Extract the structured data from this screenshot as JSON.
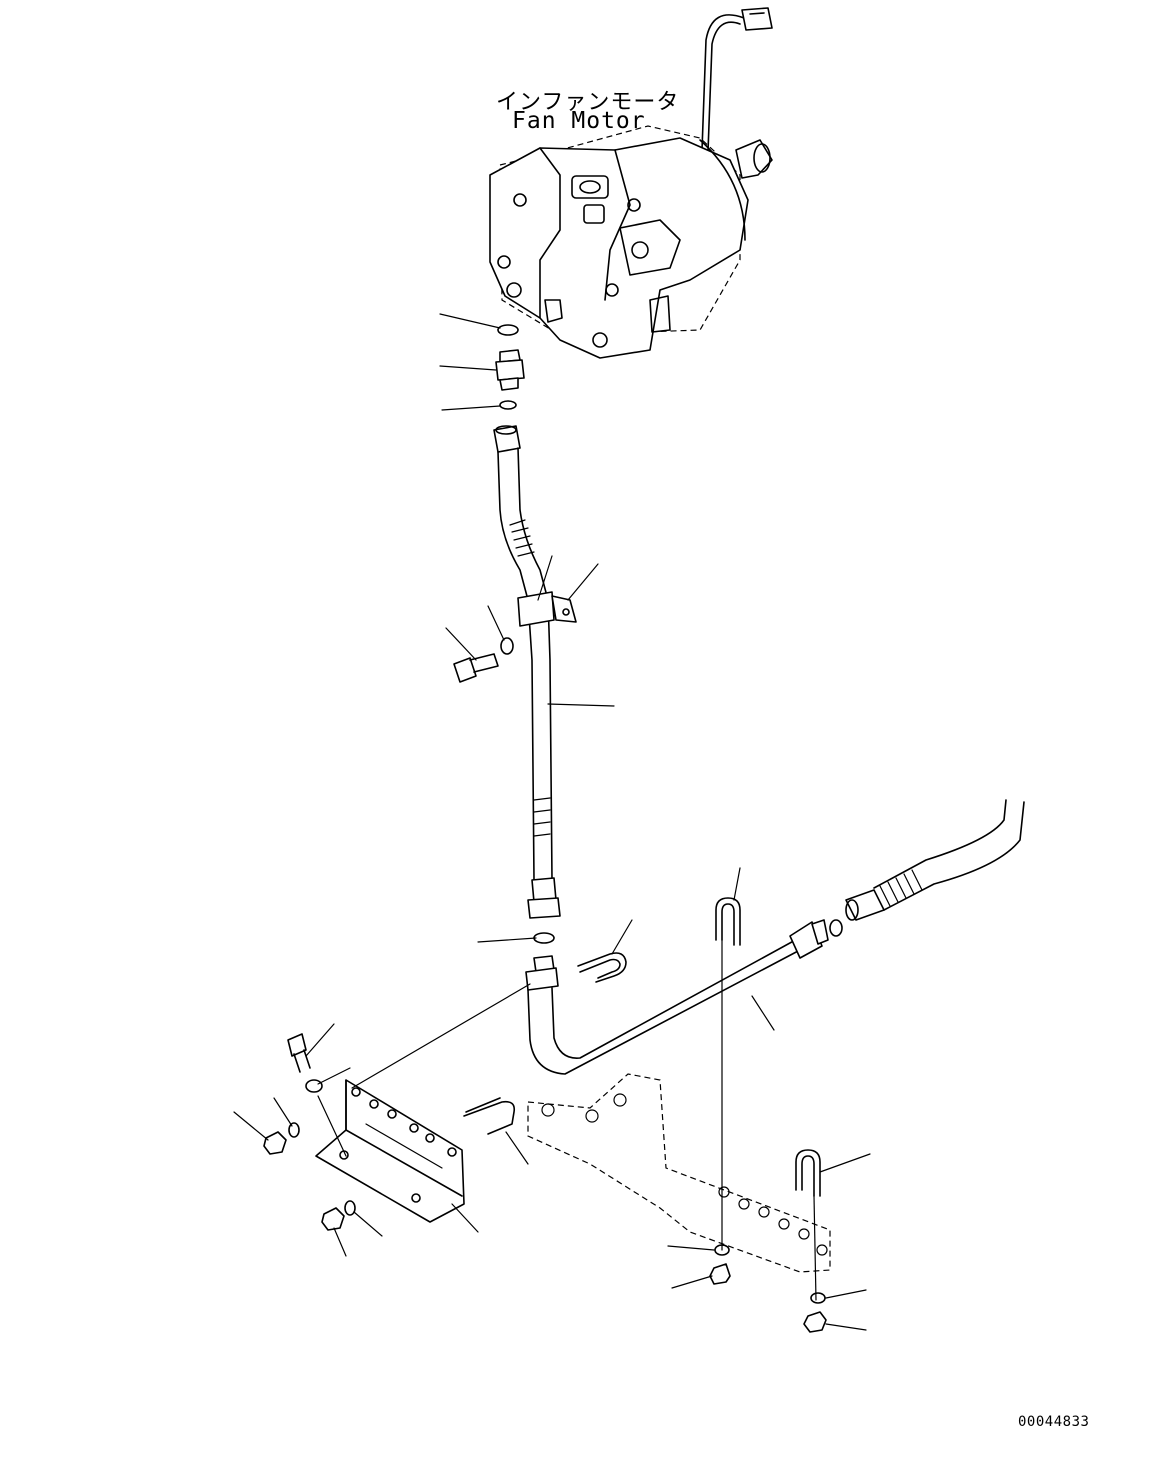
{
  "labels": {
    "component_jp": "インファンモータ",
    "component_en": "Fan Motor",
    "drawing_number": "00044833"
  }
}
